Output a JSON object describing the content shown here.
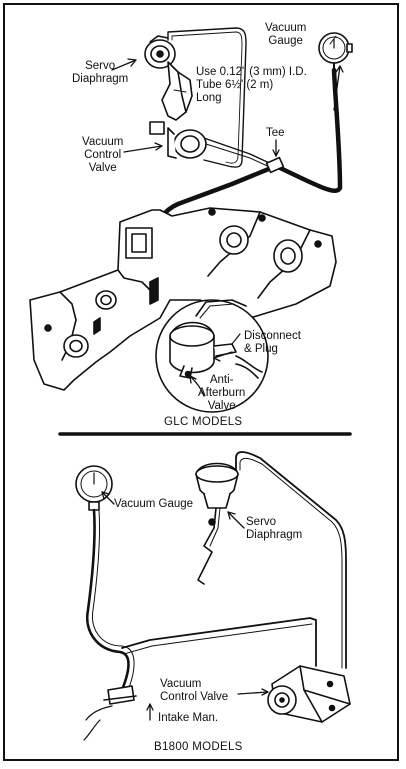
{
  "glc": {
    "vacuum_gauge_label": "Vacuum\nGauge",
    "servo_label": "Servo\nDiaphragm",
    "tube_note": "Use 0.12\" (3 mm) I.D.\nTube 6½' (2 m)\nLong",
    "tee_label": "Tee",
    "vacuum_control_valve_label": "Vacuum\nControl\nValve",
    "disconnect_label": "Disconnect\n& Plug",
    "anti_afterburn_label": "Anti-\nAfterburn\nValve",
    "caption": "GLC MODELS"
  },
  "b1800": {
    "vacuum_gauge_label": "Vacuum Gauge",
    "servo_label": "Servo\nDiaphragm",
    "vacuum_control_valve_label": "Vacuum\nControl Valve",
    "intake_label": "Intake Man.",
    "caption": "B1800 MODELS"
  },
  "colors": {
    "ink": "#111111",
    "paper": "#ffffff"
  }
}
